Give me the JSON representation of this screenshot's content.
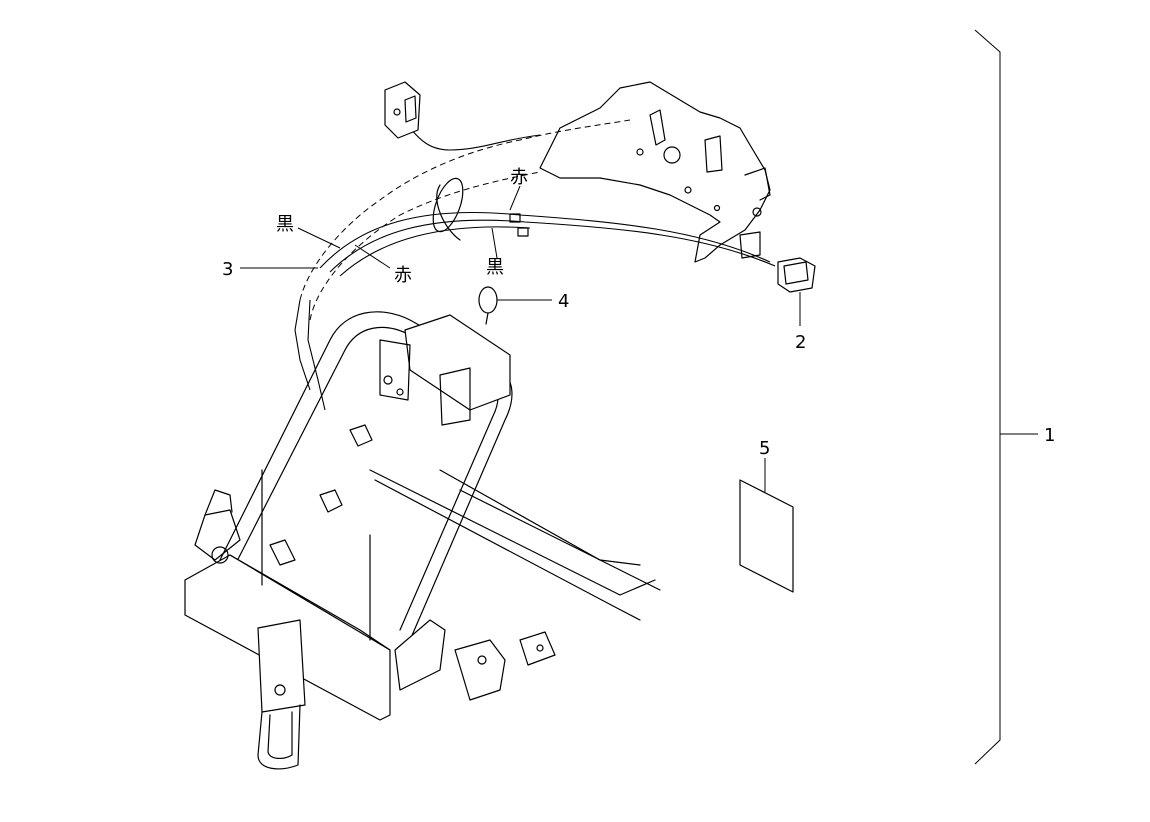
{
  "callouts": {
    "c1": "1",
    "c2": "2",
    "c3": "3",
    "c4": "4",
    "c5": "5"
  },
  "wire_labels": {
    "black_left": "黒",
    "red_left": "赤",
    "red_top": "赤",
    "black_mid": "黒"
  }
}
